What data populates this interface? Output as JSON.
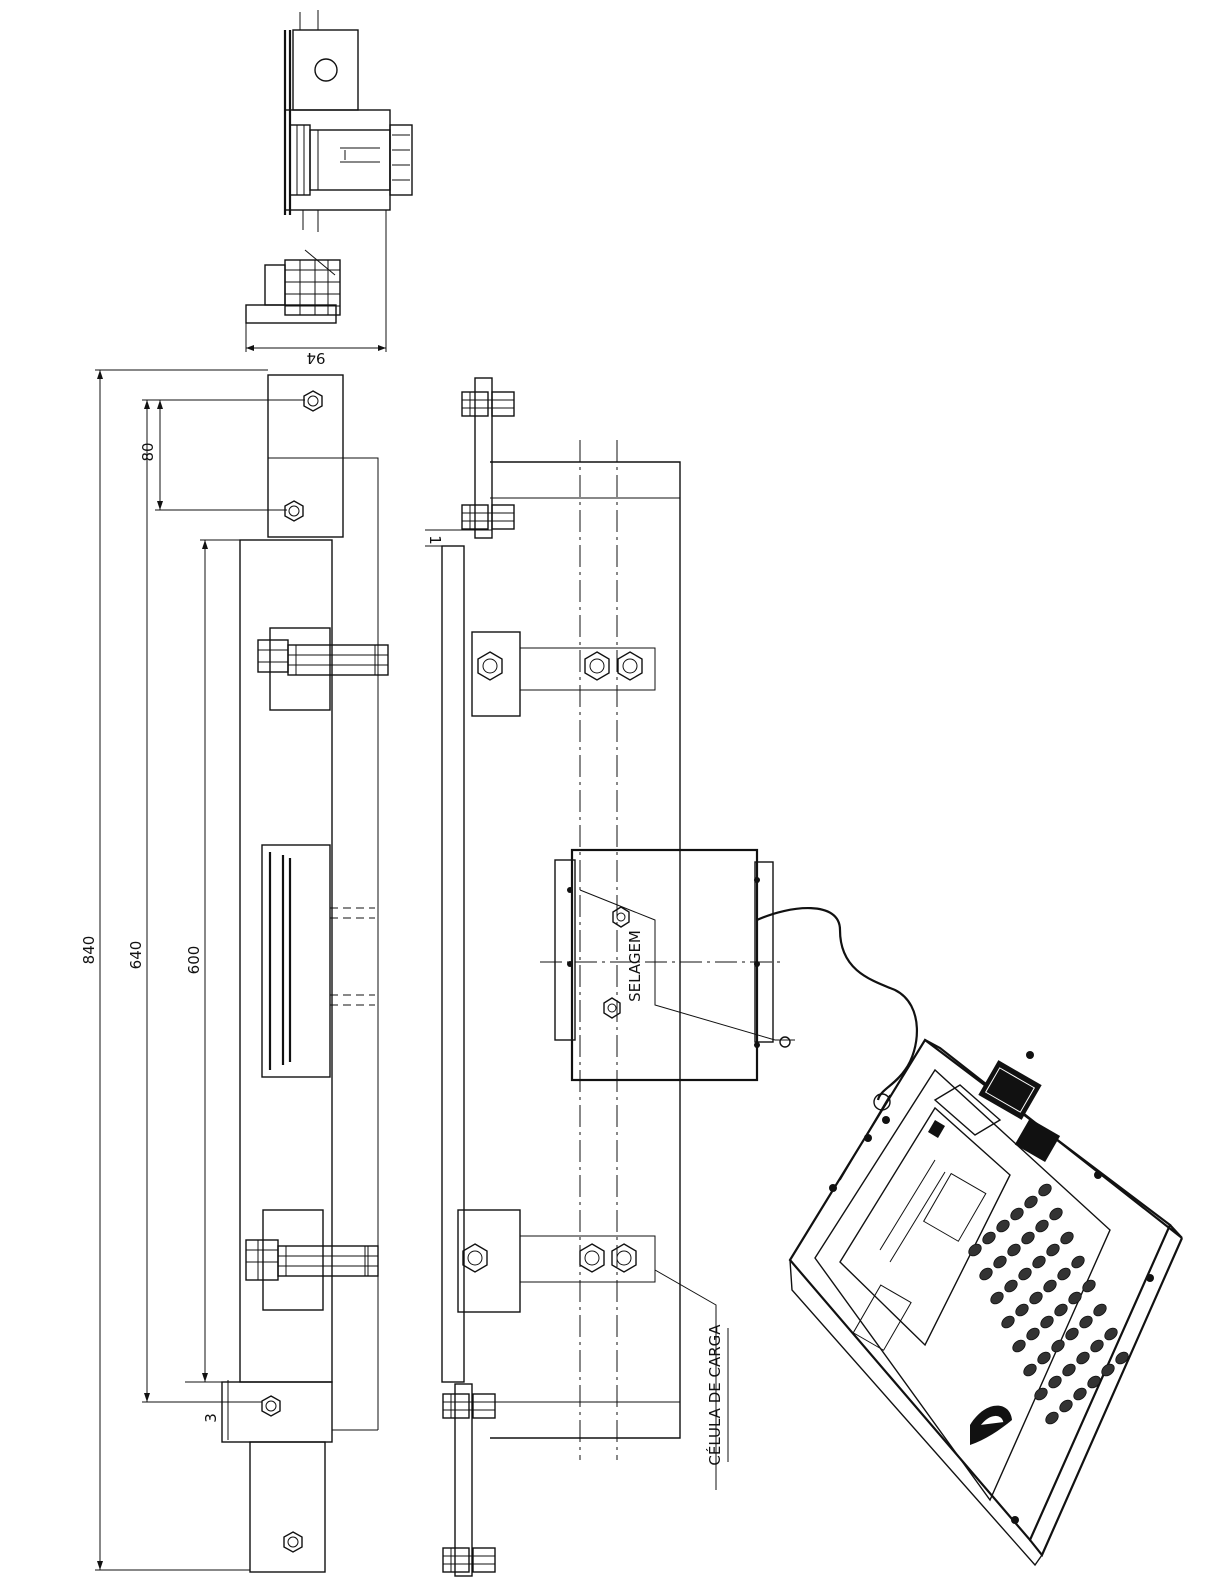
{
  "dimensions": {
    "d840": "840",
    "d640": "640",
    "d600": "600",
    "d80": "80",
    "d94": "94",
    "d3": "3",
    "d1": "1"
  },
  "labels": {
    "selagem": "SELAGEM",
    "celula_de_carga": "CÉLULA DE CARGA"
  }
}
